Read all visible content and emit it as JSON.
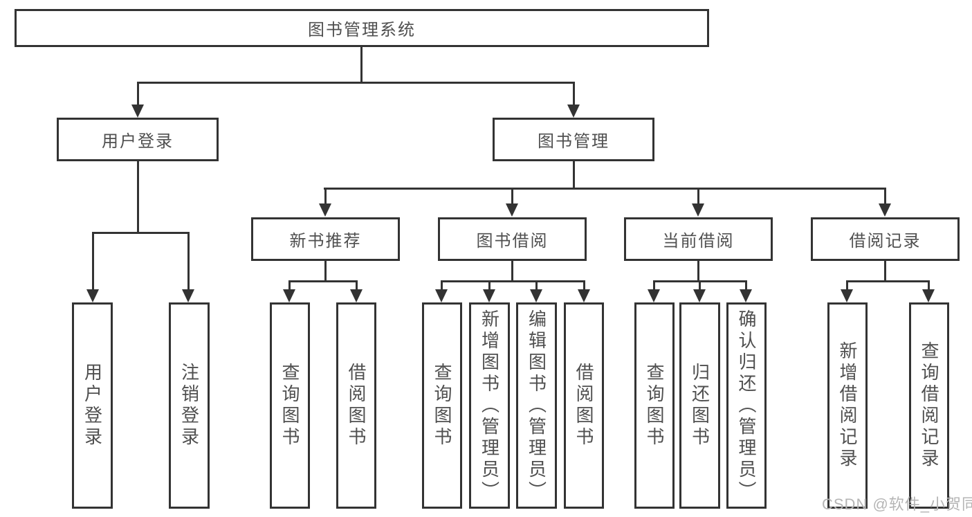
{
  "diagram": {
    "title": "图书管理系统",
    "type": "hierarchy-tree",
    "colors": {
      "line": "#333333",
      "text": "#4f4f4f",
      "box_background": "#ffffff",
      "watermark": "#b5b5b5"
    },
    "tree": {
      "root": "图书管理系统",
      "branches": [
        {
          "label": "用户登录",
          "children": [
            "用户登录",
            "注销登录"
          ]
        },
        {
          "label": "图书管理",
          "groups": [
            {
              "label": "新书推荐",
              "children": [
                "查询图书",
                "借阅图书"
              ]
            },
            {
              "label": "图书借阅",
              "children": [
                "查询图书",
                "新增图书（管理员）",
                "编辑图书（管理员）",
                "借阅图书"
              ]
            },
            {
              "label": "当前借阅",
              "children": [
                "查询图书",
                "归还图书",
                "确认归还（管理员）"
              ]
            },
            {
              "label": "借阅记录",
              "children": [
                "新增借阅记录",
                "查询借阅记录"
              ]
            }
          ]
        }
      ]
    },
    "watermark": {
      "text": "CSDN @软件_小贺同学"
    }
  }
}
